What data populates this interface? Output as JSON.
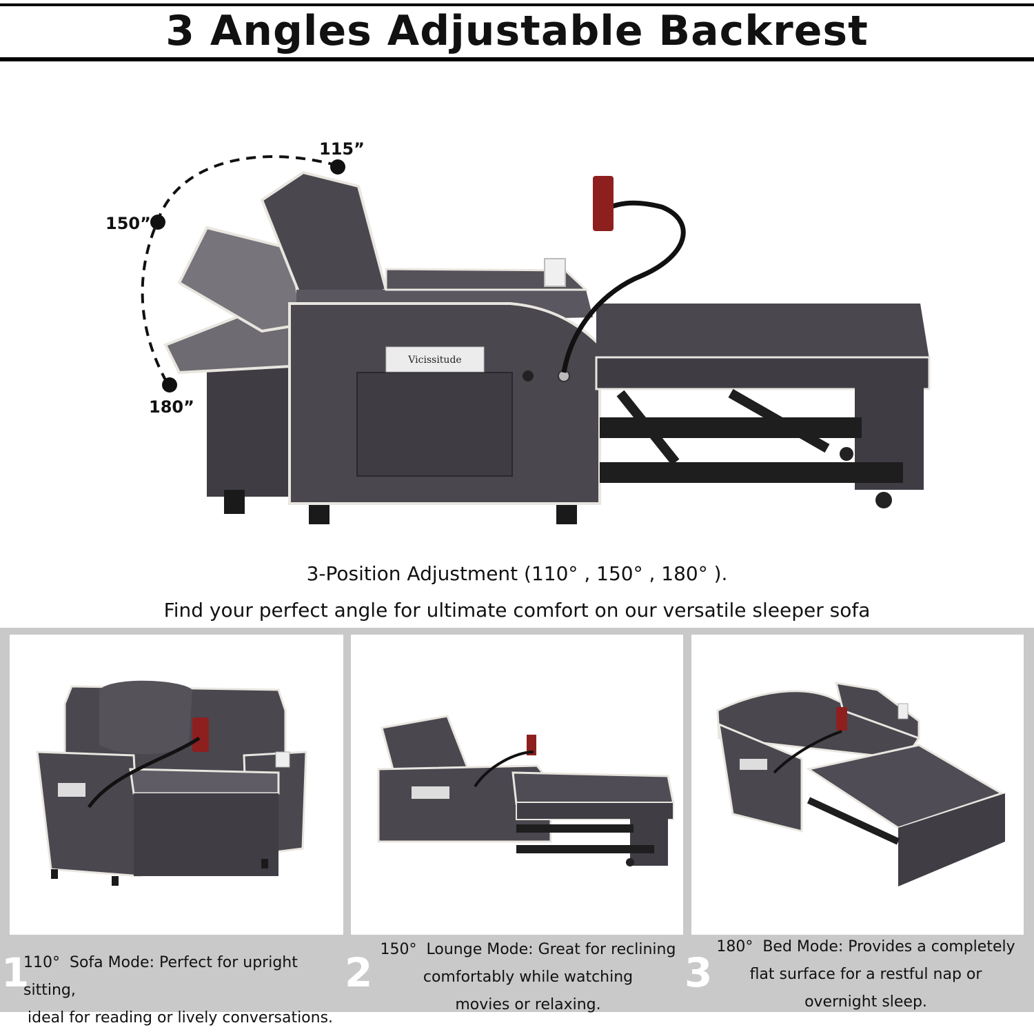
{
  "title": "3 Angles Adjustable Backrest",
  "angles": {
    "a115": "115”",
    "a150": "150”",
    "a180": "180”"
  },
  "caption_line1": "3-Position Adjustment (110° , 150° , 180° ).",
  "caption_line2": "Find your perfect angle for ultimate comfort on our versatile sleeper sofa",
  "brand_tag": "Vicissitude",
  "modes": [
    {
      "number": "1",
      "line1": "110°  Sofa Mode: Perfect for upright sitting,",
      "line2": "ideal for reading or lively conversations.",
      "line3": ""
    },
    {
      "number": "2",
      "line1": "150°  Lounge Mode: Great for reclining",
      "line2": "comfortably while watching",
      "line3": "movies or relaxing."
    },
    {
      "number": "3",
      "line1": "180°  Bed Mode: Provides a completely",
      "line2": "flat surface for a restful nap or",
      "line3": "overnight sleep."
    }
  ],
  "colors": {
    "fabric": "#4a474f",
    "fabric_dark": "#38353c",
    "piping": "#e9e6e0",
    "phone_holder": "#8e1f1f",
    "panel_bg": "#c9c9c9"
  }
}
